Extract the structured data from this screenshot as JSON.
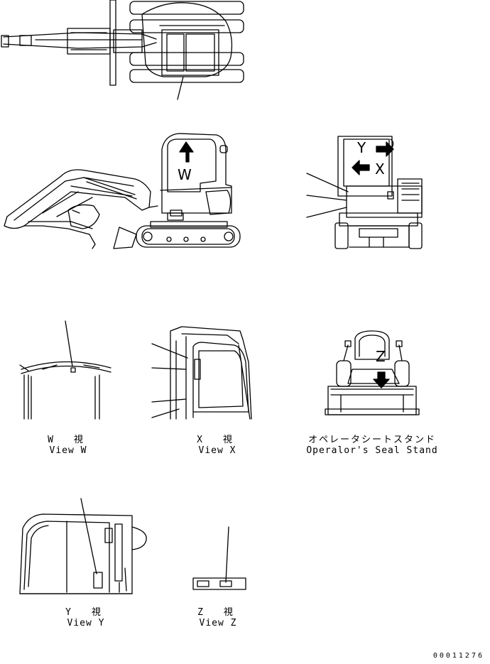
{
  "views": {
    "w": {
      "jp": "W　視",
      "en": "View W",
      "letter": "W"
    },
    "x": {
      "jp": "X　視",
      "en": "View X",
      "letter": "X"
    },
    "y": {
      "jp": "Y　視",
      "en": "View Y",
      "letter": "Y"
    },
    "z": {
      "jp": "Z　視",
      "en": "View Z",
      "letter": "Z"
    },
    "seat": {
      "jp": "オペレータシートスタンド",
      "en": "Operalor's Seal Stand"
    }
  },
  "doc_number": "00011276"
}
